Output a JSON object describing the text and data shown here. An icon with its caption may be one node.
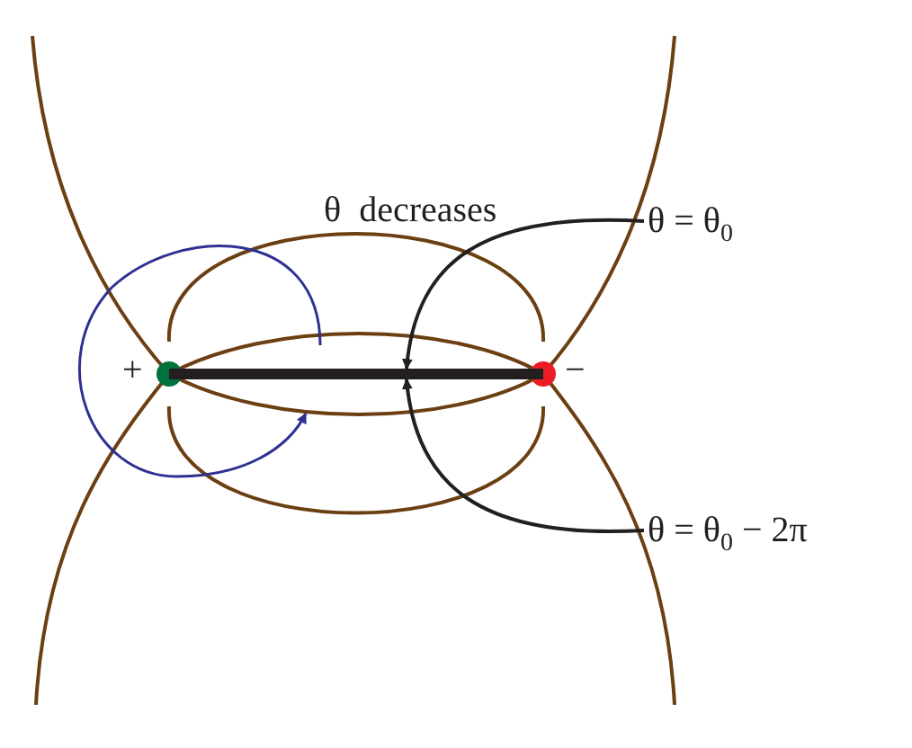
{
  "diagram": {
    "nodes": [
      {
        "text": [
          "θ = θ$_{0}$"
        ]
      },
      {
        "text": [
          "θ = θ$_{0}$ − 2π"
        ]
      },
      {
        "text": [],
        "shape": "bar"
      }
    ],
    "edges": [
      {
        "from": 0,
        "to": 2,
        "arrow": "to"
      },
      {
        "from": 1,
        "to": 2,
        "arrow": "to"
      }
    ],
    "labels": [
      "θ  decreases",
      "+",
      "−"
    ]
  }
}
